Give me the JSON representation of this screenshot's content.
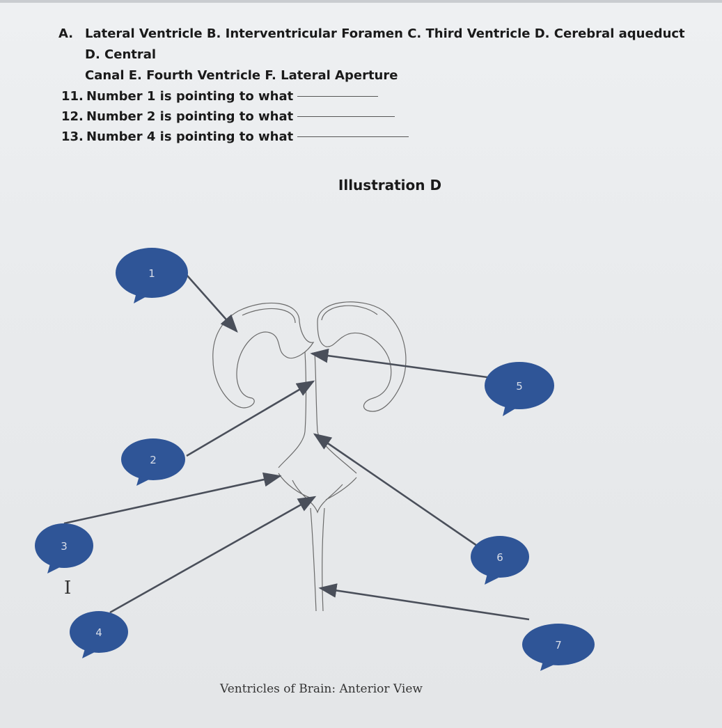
{
  "question": {
    "options_marker": "A.",
    "options_line1": "Lateral Ventricle B. Interventricular Foramen C. Third Ventricle D. Cerebral aqueduct D. Central",
    "options_line2": "Canal E. Fourth Ventricle F. Lateral Aperture",
    "items": [
      {
        "number": "11.",
        "text": "Number 1 is pointing to what"
      },
      {
        "number": "12.",
        "text": "Number 2 is pointing to what"
      },
      {
        "number": "13.",
        "text": "Number 4 is pointing to what"
      }
    ]
  },
  "illustration": {
    "title": "Illustration D",
    "caption": "Ventricles of Brain: Anterior View",
    "bubble_color": "#2f5597",
    "labels": [
      "1",
      "2",
      "3",
      "4",
      "5",
      "6",
      "7"
    ]
  }
}
